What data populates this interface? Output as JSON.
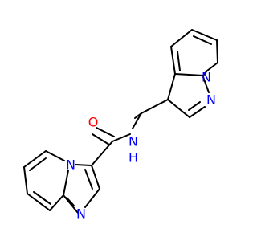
{
  "atoms": [
    {
      "symbol": "O",
      "color": "#FF0000"
    },
    {
      "symbol": "N",
      "color": "#0000FF"
    },
    {
      "symbol": "H",
      "color": "#0000FF"
    },
    {
      "symbol": "N",
      "color": "#0000FF"
    },
    {
      "symbol": "N",
      "color": "#0000FF"
    },
    {
      "symbol": "N",
      "color": "#0000FF"
    },
    {
      "symbol": "N",
      "color": "#0000FF"
    }
  ]
}
